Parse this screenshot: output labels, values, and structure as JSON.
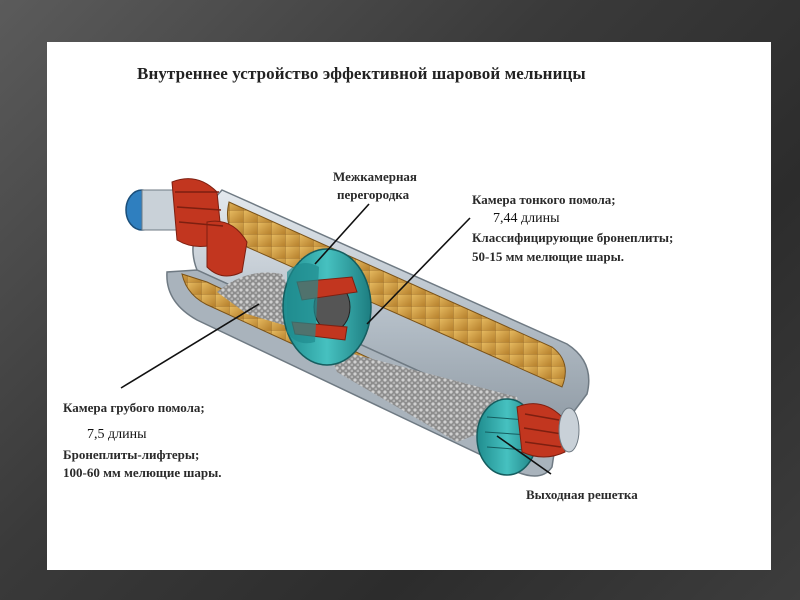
{
  "title": "Внутреннее устройство эффективной шаровой мельницы",
  "labels": {
    "partition_l1": "Межкамерная",
    "partition_l2": "перегородка",
    "fine_l1": "Камера тонкого помола;",
    "fine_length": "7,44 длины",
    "fine_l2": "Классифицирующие бронеплиты;",
    "fine_l3": "50-15 мм мелющие шары.",
    "coarse_l1": "Камера грубого помола;",
    "coarse_length": "7,5 длины",
    "coarse_l2": "Бронеплиты-лифтеры;",
    "coarse_l3": "100-60 мм мелющие шары.",
    "outlet": "Выходная решетка"
  },
  "colors": {
    "shell": "#b9c3cc",
    "lining": "#d9a64a",
    "partition": "#2fa7a8",
    "trunnion": "#c2361f",
    "inlet": "#2f7fbf",
    "balls": "#9a9a9a"
  }
}
